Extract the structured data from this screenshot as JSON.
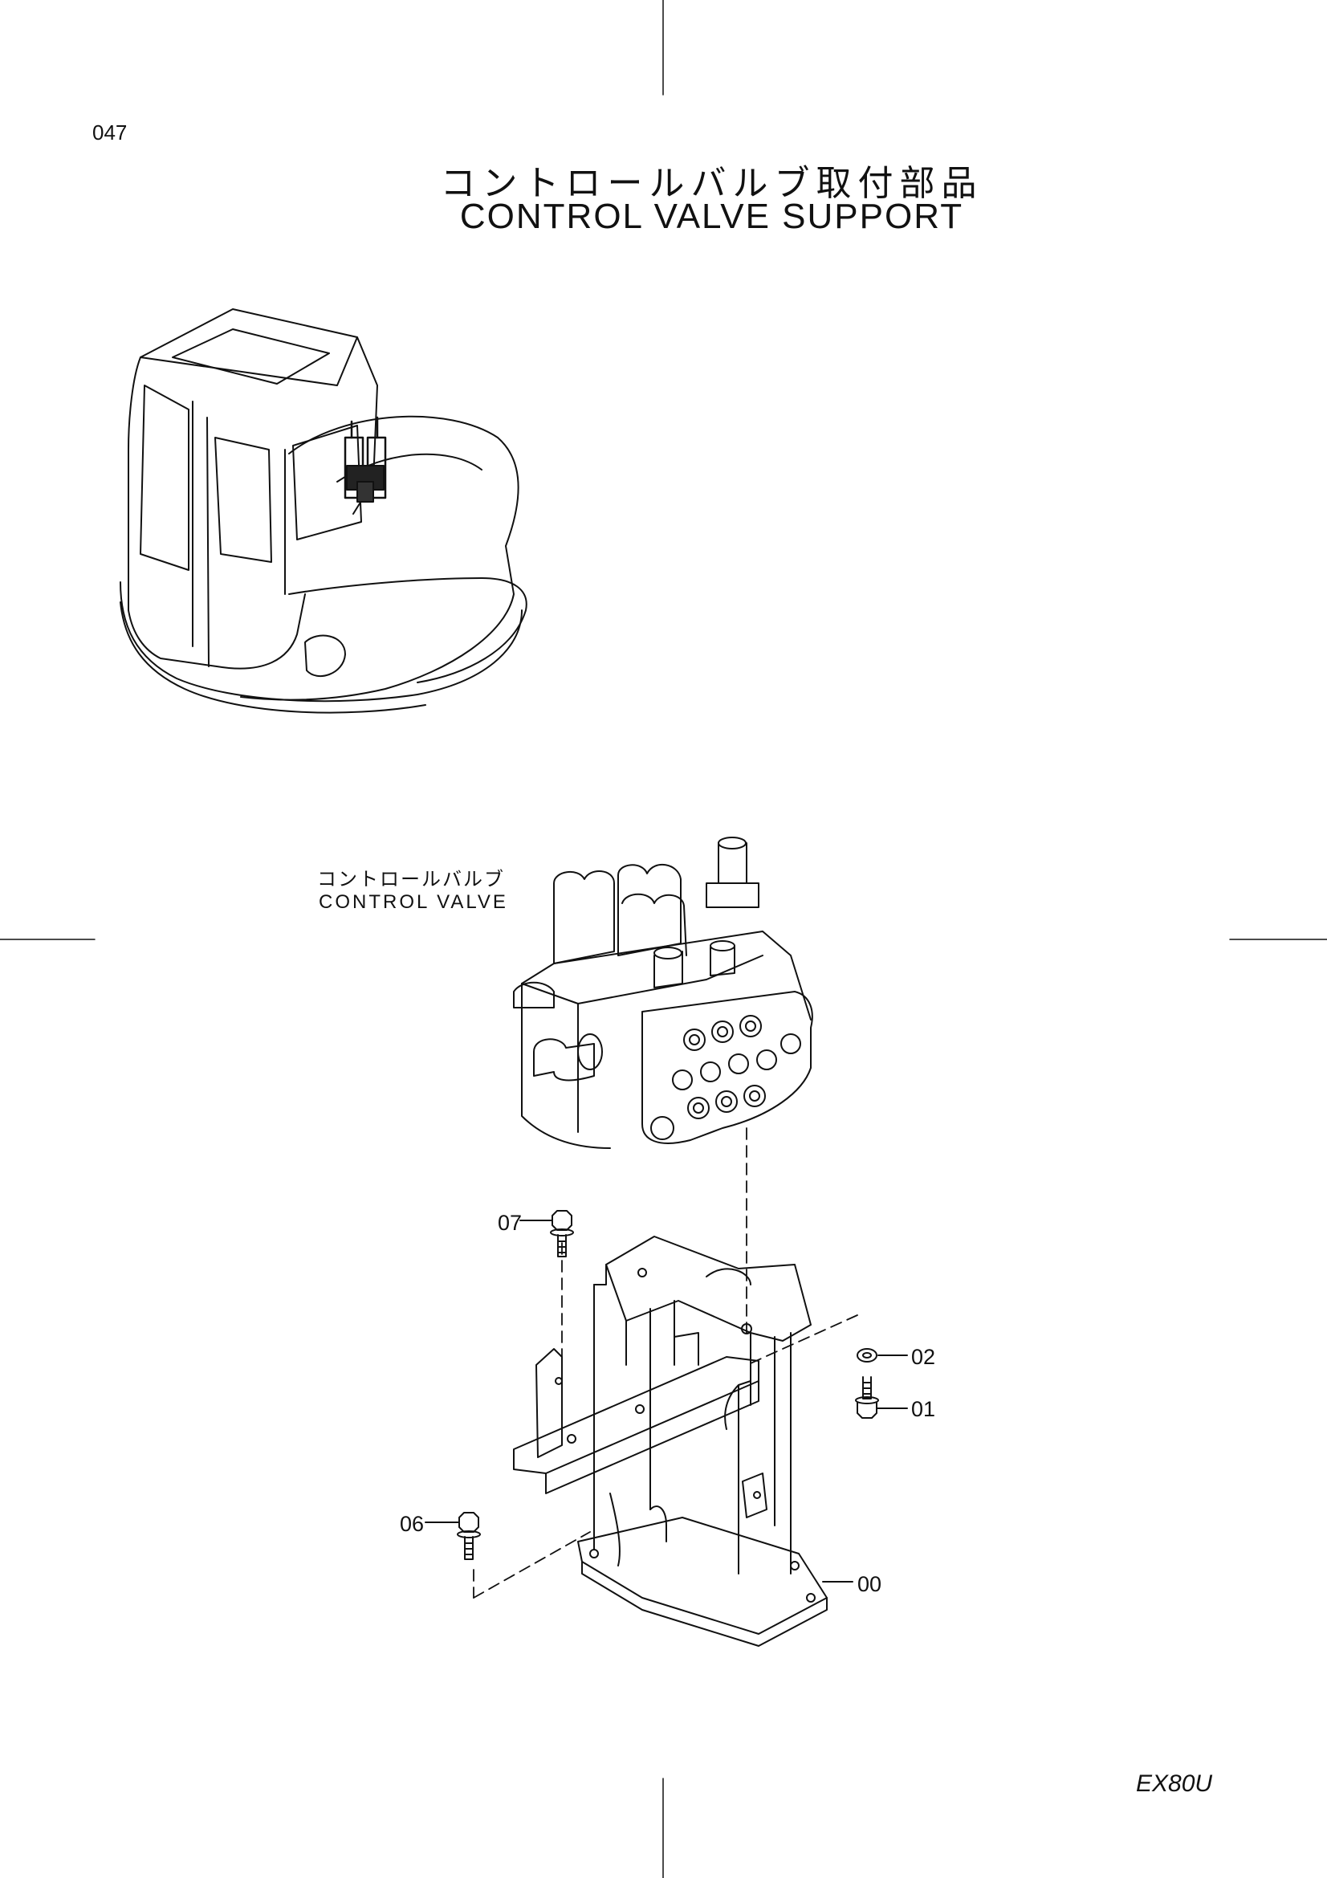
{
  "page_number": "047",
  "title": {
    "japanese": "コントロールバルブ取付部品",
    "english": "CONTROL VALVE SUPPORT"
  },
  "control_valve_label": {
    "japanese": "コントロールバルブ",
    "english": "CONTROL VALVE"
  },
  "callouts": {
    "c00": "00",
    "c01": "01",
    "c02": "02",
    "c06": "06",
    "c07": "07"
  },
  "model": "EX80U"
}
